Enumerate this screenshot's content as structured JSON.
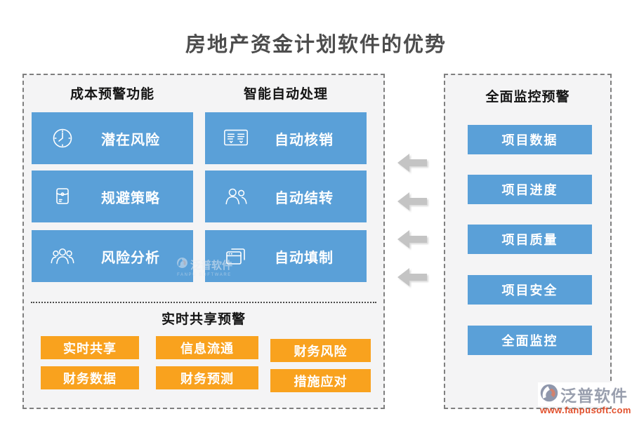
{
  "title": "房地产资金计划软件的优势",
  "left_panel": {
    "headers": {
      "left": "成本预警功能",
      "right": "智能自动处理"
    },
    "cost_items": [
      {
        "label": "潜在风险",
        "icon": "clock-icon"
      },
      {
        "label": "规避策略",
        "icon": "envelope-icon"
      },
      {
        "label": "风险分析",
        "icon": "people-group-icon"
      }
    ],
    "auto_items": [
      {
        "label": "自动核销",
        "icon": "id-card-icon"
      },
      {
        "label": "自动结转",
        "icon": "two-people-icon"
      },
      {
        "label": "自动填制",
        "icon": "windows-icon"
      }
    ],
    "share": {
      "title": "实时共享预警",
      "tags": [
        "实时共享",
        "信息流通",
        "财务风险",
        "财务数据",
        "财务预测",
        "措施应对"
      ]
    }
  },
  "right_panel": {
    "title": "全面监控预警",
    "items": [
      "项目数据",
      "项目进度",
      "项目质量",
      "项目安全",
      "全面监控"
    ]
  },
  "watermark": {
    "name": "泛普软件",
    "caption": "FANPU SOFTWARE"
  },
  "footer_logo": {
    "name": "泛普软件",
    "url": "www.fanpusoft.com"
  },
  "colors": {
    "blue": "#5AA0D8",
    "orange": "#F9A21E",
    "arrow_gray": "#C4C4C4"
  }
}
